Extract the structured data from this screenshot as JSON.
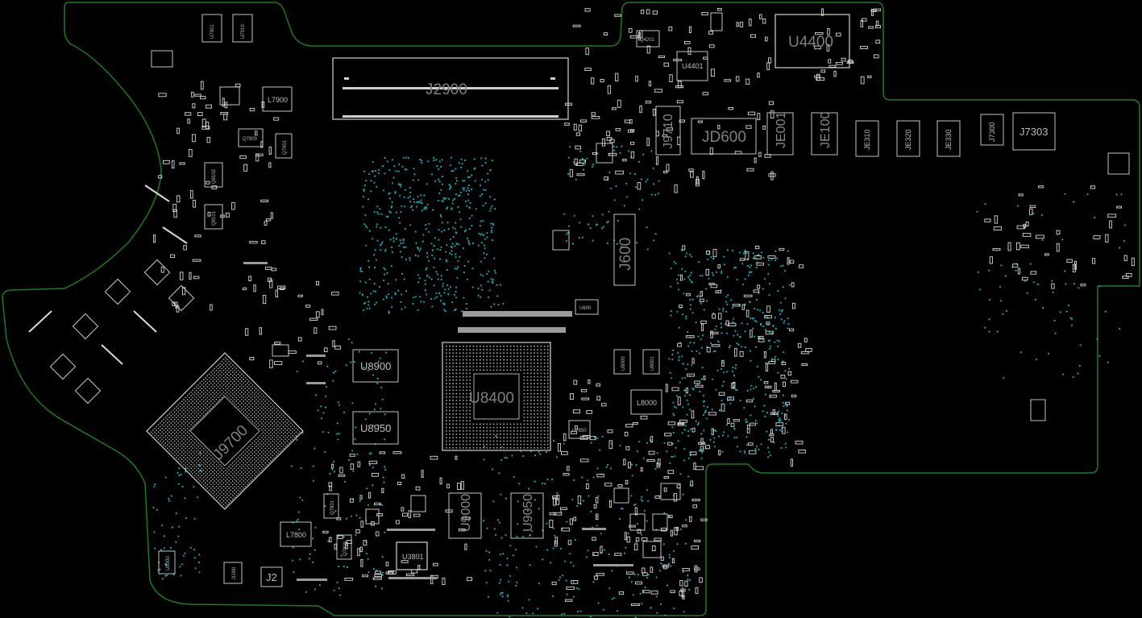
{
  "board": {
    "colors": {
      "background": "#000000",
      "outline": "#1f7a1f",
      "silkscreen": "#d8d8d8",
      "via": "#1aa6b0"
    },
    "labels": {
      "u4400": "U4400",
      "j2900": "J2900",
      "u4401": "U4401",
      "q4201": "Q4201",
      "u7901": "U7901",
      "u7910": "U7910",
      "l7900": "L7900",
      "q7900": "Q7900",
      "q7901": "Q7901",
      "q8102": "Q8102",
      "q8101": "Q8101",
      "j9710": "J9710",
      "jd600": "JD600",
      "je001": "JE001",
      "je100": "JE100",
      "je310": "JE310",
      "je320": "JE320",
      "je330": "JE330",
      "j7300": "J7300",
      "j7303": "J7303",
      "j600": "J600",
      "u600": "U600",
      "u8900": "U8900",
      "u8950": "U8950",
      "u8400": "U8400",
      "u8000": "U8000",
      "u8001": "U8001",
      "l8000": "L8000",
      "u7850": "U7850",
      "u9000": "U9000",
      "u9050": "U9050",
      "u3801": "U3801",
      "l7800": "L7800",
      "q7801": "Q7801",
      "q7800": "Q7800",
      "j2": "J2",
      "j1000": "J1000",
      "u2000": "U2000",
      "j9700": "J9700"
    }
  }
}
